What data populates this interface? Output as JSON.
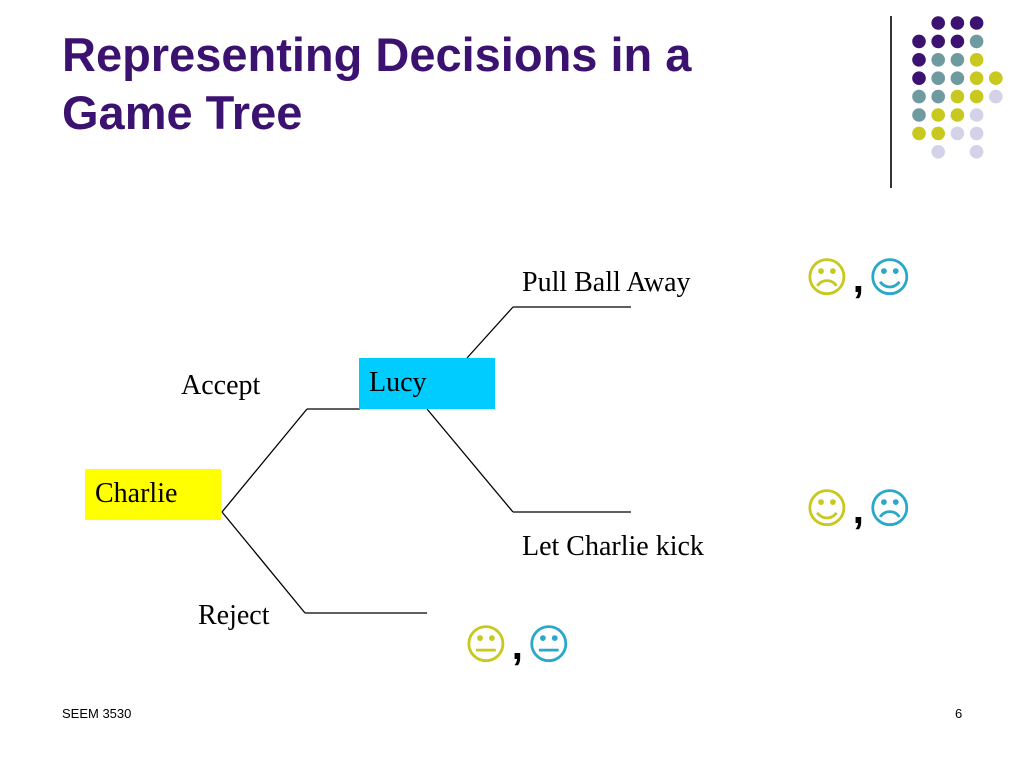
{
  "slide": {
    "title_line1": "Representing Decisions in a",
    "title_line2": "Game Tree",
    "footer_left": "SEEM 3530",
    "footer_right": "6"
  },
  "tree": {
    "root_player": "Charlie",
    "root_color": "#ffff00",
    "second_player": "Lucy",
    "second_color": "#00ccff",
    "accept_label": "Accept",
    "reject_label": "Reject",
    "pull_label": "Pull Ball Away",
    "kick_label": "Let Charlie kick"
  },
  "payoffs": {
    "pull": {
      "charlie": "☹",
      "lucy": "☺",
      "separator": ","
    },
    "kick": {
      "charlie": "☺",
      "lucy": "☹",
      "separator": ","
    },
    "reject": {
      "charlie": "😐",
      "lucy": "😐",
      "separator": ","
    }
  },
  "colors": {
    "title": "#3b1270",
    "charlie_payoff": "#c8c81e",
    "lucy_payoff": "#29a8c8",
    "dot_purple": "#3b1270",
    "dot_teal": "#6f9aa0",
    "dot_yellow": "#c8c81e",
    "dot_lavender": "#d4d2e8"
  }
}
